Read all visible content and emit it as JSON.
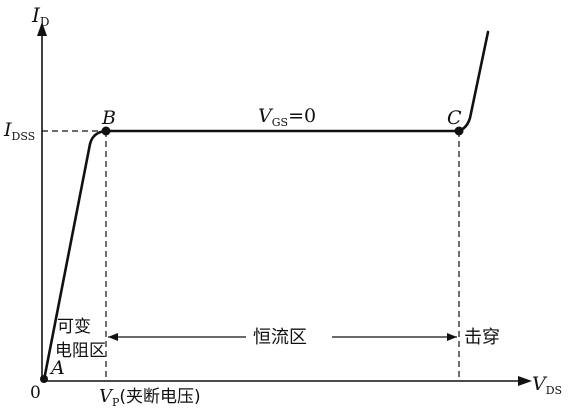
{
  "axes": {
    "y_label_main": "I",
    "y_label_sub": "D",
    "x_label_main": "V",
    "x_label_sub": "DS",
    "origin": "0"
  },
  "levels": {
    "idss_main": "I",
    "idss_sub": "DSS"
  },
  "curve": {
    "vgs_main": "V",
    "vgs_sub": "GS",
    "vgs_value": "=0"
  },
  "points": {
    "a": "A",
    "b": "B",
    "c": "C"
  },
  "regions": {
    "variable_resistance_line1": "可变",
    "variable_resistance_line2": "电阻区",
    "constant_current": "恒流区",
    "breakdown": "击穿"
  },
  "pinch_off": {
    "vp_main": "V",
    "vp_sub": "P",
    "label": "(夹断电压)"
  },
  "colors": {
    "ink": "#111111",
    "background": "#ffffff"
  }
}
